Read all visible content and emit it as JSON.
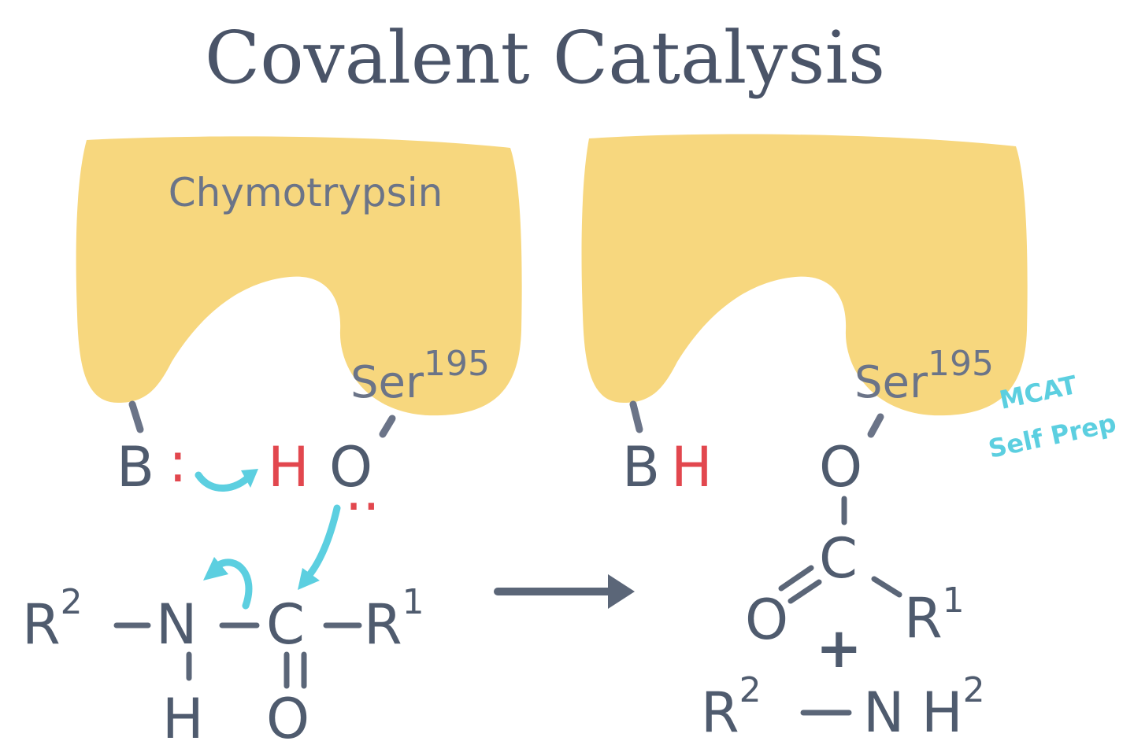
{
  "title": "Covalent Catalysis",
  "enzyme_label": "Chymotrypsin",
  "residue": {
    "name": "Ser",
    "number": "195"
  },
  "left": {
    "base": "B",
    "base_lone_pair": ":",
    "hydrogen": "H",
    "oxygen": "O",
    "oxygen_lone_pair": "..",
    "substrate": {
      "r2": "R",
      "r2_sup": "2",
      "n": "N",
      "c": "C",
      "r1": "R",
      "r1_sup": "1",
      "h": "H",
      "o": "O"
    }
  },
  "right": {
    "base": "B",
    "hydrogen": "H",
    "oxygen": "O",
    "c": "C",
    "o2": "O",
    "r1": "R",
    "r1_sup": "1",
    "plus": "+",
    "r2": "R",
    "r2_sup": "2",
    "n": "N",
    "h": "H",
    "h_sup": "2"
  },
  "watermark": {
    "line1": "MCAT",
    "line2": "Self Prep"
  },
  "colors": {
    "enzyme_fill": "#f7d77e",
    "bond": "#5b6678",
    "proton_red": "#e2474e",
    "arrow_cyan": "#5ccfe0"
  }
}
